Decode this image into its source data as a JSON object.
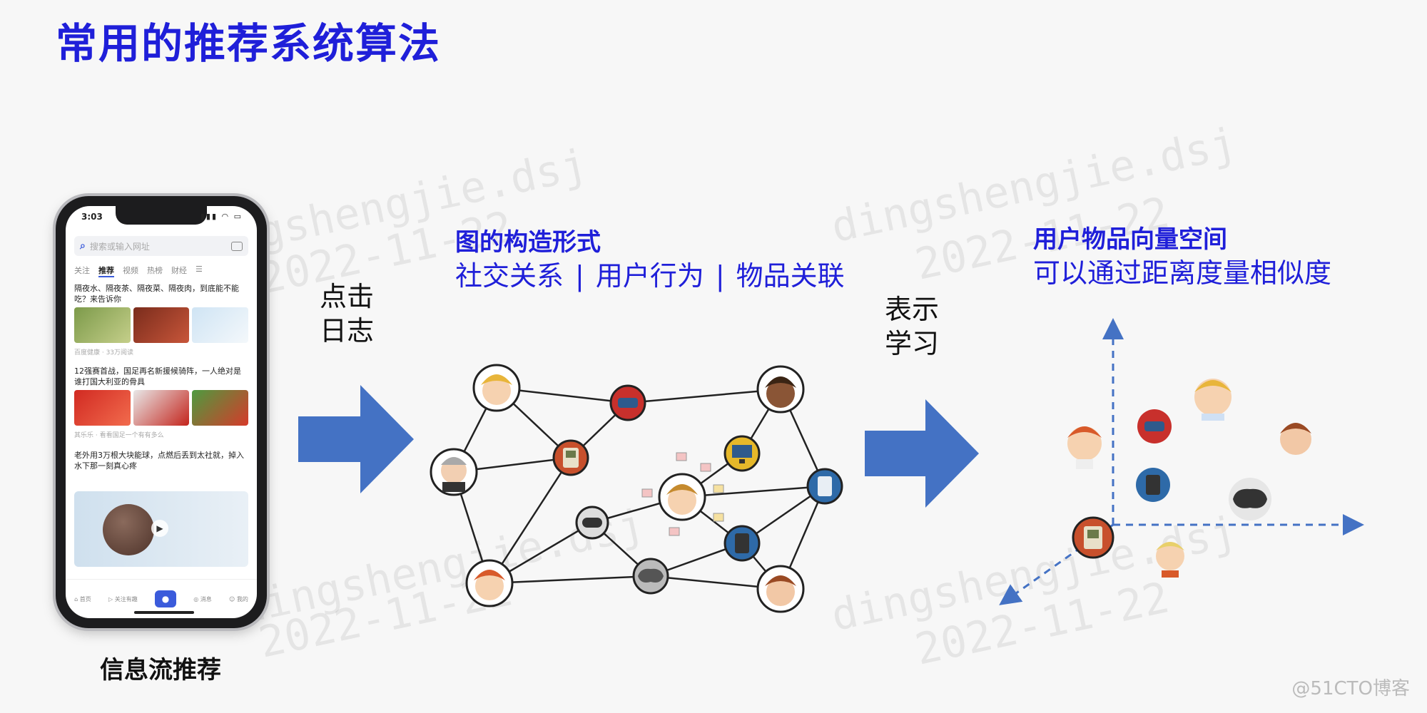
{
  "title": "常用的推荐系统算法",
  "watermark": {
    "name": "dingshengjie.dsj",
    "date": "2022-11-22"
  },
  "phone": {
    "time": "3:03",
    "search_placeholder": "搜索或输入网址",
    "tabs": [
      "关注",
      "推荐",
      "视频",
      "热榜",
      "财经"
    ],
    "news": [
      {
        "headline": "隔夜水、隔夜茶、隔夜菜、隔夜肉，到底能不能吃？来告诉你",
        "meta": "百度健康 · 33万阅读"
      },
      {
        "headline": "12强赛首战，国足再名新援候骑阵，一人绝对是谁打国大利亚的骨具",
        "meta": "其乐乐 · 看看国足一个有有多么"
      },
      {
        "headline": "老外用3万根大块能球，点燃后丢到太社就，掉入水下那一刻真心疼",
        "meta": ""
      }
    ],
    "nav": [
      "首页",
      "关注有趣",
      "",
      "消息",
      "我的"
    ]
  },
  "caption_feed": "信息流推荐",
  "arrow1_label": [
    "点击",
    "日志"
  ],
  "graph": {
    "heading": "图的构造形式",
    "sub": [
      "社交关系",
      "用户行为",
      "物品关联"
    ],
    "sep": "|"
  },
  "arrow2_label": [
    "表示",
    "学习"
  ],
  "vector": {
    "heading": "用户物品向量空间",
    "sub": "可以通过距离度量相似度"
  },
  "credit": "@51CTO博客",
  "colors": {
    "title": "#1f1fd9",
    "arrow": "#4472c4",
    "axis": "#4472c4"
  },
  "icons": {
    "user_blonde": "user-blonde-icon",
    "user_elder": "user-elder-icon",
    "user_curly": "user-curly-icon",
    "user_redhead": "user-redhead-icon",
    "user_brown": "user-brown-icon",
    "item_vr": "vr-headset-icon",
    "item_gameboy": "gameboy-icon",
    "item_monitor": "monitor-icon",
    "item_tablet": "tablet-icon",
    "item_phone": "phone-icon",
    "item_gamepad": "gamepad-icon",
    "item_controller": "controller-icon"
  }
}
